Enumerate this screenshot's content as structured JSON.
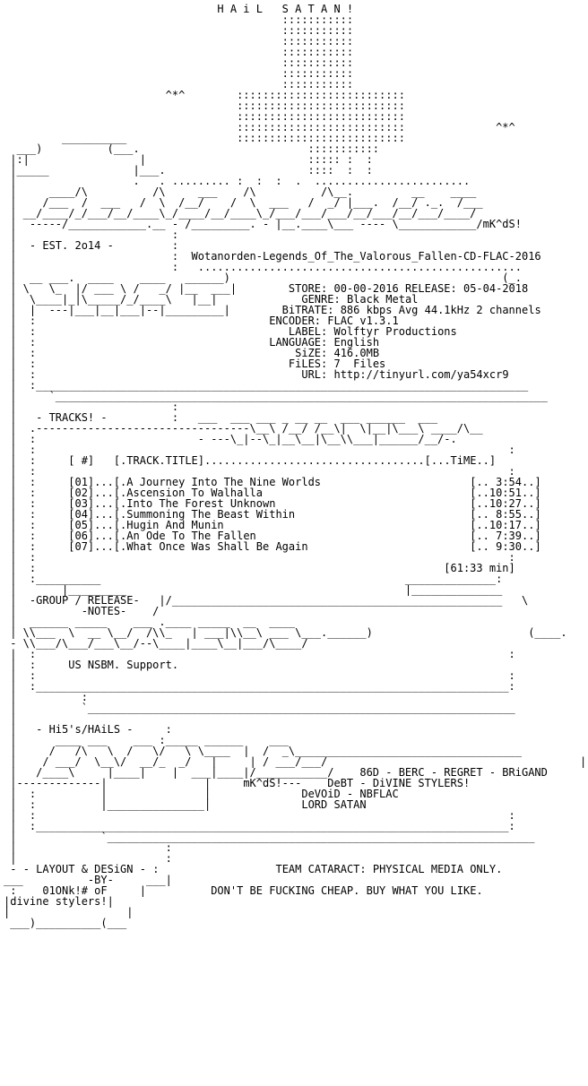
{
  "header": {
    "title_line": "                                 H A i L   S A T A N !"
  },
  "art_top": [
    "                                           :::::::::::",
    "                                           :::::::::::",
    "                                           :::::::::::",
    "                                           :::::::::::",
    "                                           :::::::::::",
    "                                           :::::::::::",
    "                                           :::::::::::",
    "                         ^*^        ::::::::::::::::::::::::::",
    "                                    ::::::::::::::::::::::::::",
    "                                    ::::::::::::::::::::::::::",
    "                                    ::::::::::::::::::::::::::              ^*^",
    "         __________                 ::::::::::::::::::::::::::",
    "  ___)          (___.                          :::::::::::",
    " |:|                 |                         ::::: :  :",
    " |_____             |___.                      ::::  :  :",
    " |                  .   . ......... :  :  :  .  ........................"
  ],
  "logo_art": [
    " |     ____/\\          /\\     ___    /\\          /\\__.         __    ____",
    " |    /___  /  ___   /  \\  /__/    /  \\  ___   /  _/ |___.  /__/ ._.  /___",
    " | __/____/_/___/__/____\\_/____/__/____\\_/___/___/___/__/___/__/___/____/",
    " |  -----/____________.__ - /_________. - |__.____\\___ ---- \\____________/mK^dS!"
  ],
  "est": {
    "line": " |  - EST. 2o14 -         :"
  },
  "release": {
    "name": "Wotanorden-Legends_Of_The_Valorous_Fallen-CD-FLAC-2016",
    "fields": [
      {
        "key": "STORE:",
        "value": "00-00-2016 RELEASE: 05-04-2018"
      },
      {
        "key": "GENRE:",
        "value": "Black Metal"
      },
      {
        "key": "BiTRATE:",
        "value": "886 kbps Avg 44.1kHz 2 channels"
      },
      {
        "key": "ENCODER:",
        "value": "FLAC v1.3.1"
      },
      {
        "key": "LABEL:",
        "value": "Wolftyr Productions"
      },
      {
        "key": "LANGUAGE:",
        "value": "English"
      },
      {
        "key": "SiZE:",
        "value": "416.0MB"
      },
      {
        "key": "FiLES:",
        "value": "7  Files"
      },
      {
        "key": "URL:",
        "value": "http://tinyurl.com/ya54xcr9"
      }
    ]
  },
  "info_logo": [
    " |  __ ___.  ____    ____   ______)                                          (_.",
    " | \\   \\_  |/ ___ \\ /   _/ |__  ___|",
    " |  \\____|_|\\_____/_/____\\   |__|"
  ],
  "tracks": {
    "label": "- TRACKS! -",
    "header_num": "[ #]",
    "header_title": "[.TRACK.TITLE]",
    "header_time": "[...TiME..]",
    "items": [
      {
        "num": "[01]",
        "title": "A Journey Into The Nine Worlds",
        "time": "[.. 3:54..]"
      },
      {
        "num": "[02]",
        "title": "Ascension To Walhalla",
        "time": "[..10:51..]"
      },
      {
        "num": "[03]",
        "title": "Into The Forest Unknown",
        "time": "[..10:27..]"
      },
      {
        "num": "[04]",
        "title": "Summoning The Beast Within",
        "time": "[.. 8:55..]"
      },
      {
        "num": "[05]",
        "title": "Hugin And Munin",
        "time": "[..10:17..]"
      },
      {
        "num": "[06]",
        "title": "An Ode To The Fallen",
        "time": "[.. 7:39..]"
      },
      {
        "num": "[07]",
        "title": "What Once Was Shall Be Again",
        "time": "[.. 9:30..]"
      }
    ],
    "total": "[61:33 min]"
  },
  "notes": {
    "label_1": "-GROUP / RELEASE-",
    "label_2": "-NOTES-",
    "text": "US NSBM. Support."
  },
  "hails": {
    "label": "- Hi5's/HAiLS -",
    "credit": "mK^dS!---",
    "lines": [
      "86D - BERC - REGRET - BRiGAND",
      "DeBT - DiVINE STYLERS!",
      "DeVOiD - NBFLAC",
      "LORD SATAN"
    ]
  },
  "footer": {
    "layout_label": "- LAYOUT & DESiGN -",
    "by": "-BY-",
    "author_1": "01ONk!# oF",
    "author_2": "divine stylers!",
    "team": "TEAM CATARACT: PHYSICAL MEDIA ONLY.",
    "slogan": "DON'T BE FUCKING CHEAP. BUY WHAT YOU LIKE."
  }
}
